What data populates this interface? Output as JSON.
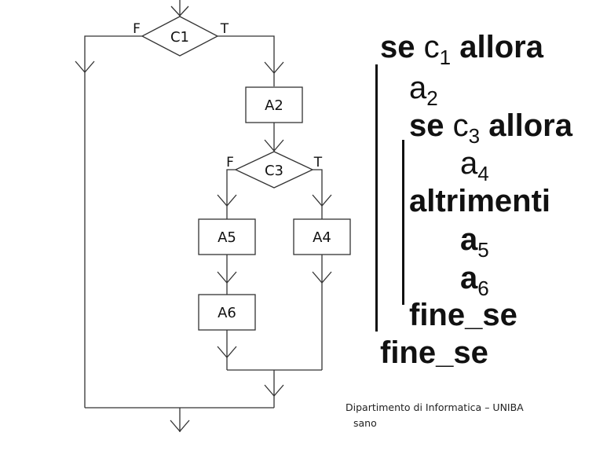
{
  "flowchart": {
    "c1": "C1",
    "c3": "C3",
    "a2": "A2",
    "a4": "A4",
    "a5": "A5",
    "a6": "A6",
    "false_label": "F",
    "true_label": "T"
  },
  "pseudocode": {
    "se": "se",
    "allora": "allora",
    "altrimenti": "altrimenti",
    "fine_se": "fine_se",
    "c_var": "c",
    "a_var": "a",
    "idx_c1": "1",
    "idx_a2": "2",
    "idx_c3": "3",
    "idx_a4": "4",
    "idx_a5": "5",
    "idx_a6": "6"
  },
  "footer": {
    "line1": "Dipartimento di Informatica – UNIBA",
    "line2": "sano"
  }
}
